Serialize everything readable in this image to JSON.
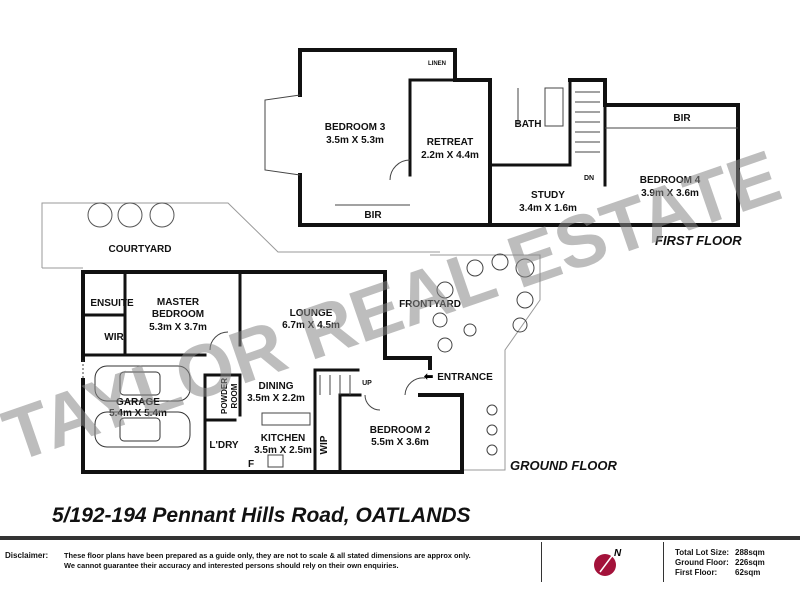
{
  "watermark": "TAYLOR REAL ESTATE",
  "first_floor": {
    "label": "FIRST FLOOR",
    "rooms": [
      {
        "name": "BEDROOM 3",
        "size": "3.5m X 5.3m"
      },
      {
        "name": "RETREAT",
        "size": "2.2m X 4.4m"
      },
      {
        "name": "BATH"
      },
      {
        "name": "STUDY",
        "size": "3.4m X 1.6m"
      },
      {
        "name": "BEDROOM 4",
        "size": "3.9m X 3.6m"
      }
    ],
    "linen": "LINEN",
    "bir": "BIR",
    "dn": "DN"
  },
  "ground_floor": {
    "label": "GROUND FLOOR",
    "courtyard": "COURTYARD",
    "frontyard": "FRONTYARD",
    "entrance": "ENTRANCE",
    "ensuite": "ENSUITE",
    "wir": "WIR",
    "master": {
      "name_1": "MASTER",
      "name_2": "BEDROOM",
      "size": "5.3m X 3.7m"
    },
    "lounge": {
      "name": "LOUNGE",
      "size": "6.7m X 4.5m"
    },
    "dining": {
      "name": "DINING",
      "size": "3.5m X 2.2m"
    },
    "garage": {
      "name": "GARAGE",
      "size": "5.4m X 5.4m"
    },
    "powder_1": "POWDER",
    "powder_2": "ROOM",
    "laundry": "L'DRY",
    "kitchen": {
      "name": "KITCHEN",
      "size": "3.5m X 2.5m"
    },
    "wip": "WIP",
    "fridge": "F",
    "up": "UP",
    "bedroom2": {
      "name": "BEDROOM 2",
      "size": "5.5m X 3.6m"
    }
  },
  "address": "5/192-194 Pennant Hills Road, OATLANDS",
  "footer": {
    "disclaimer_label": "Disclaimer:",
    "disclaimer_line1": "These floor plans have been prepared as a guide only, they are not to scale & all stated dimensions are approx only.",
    "disclaimer_line2": "We cannot guarantee their accuracy and interested persons should rely on their own enquiries.",
    "north": "N",
    "north_color": "#a3123a",
    "areas": [
      {
        "label": "Total Lot Size:",
        "value": "288sqm"
      },
      {
        "label": "Ground Floor:",
        "value": "226sqm"
      },
      {
        "label": "First Floor:",
        "value": "62sqm"
      }
    ]
  }
}
